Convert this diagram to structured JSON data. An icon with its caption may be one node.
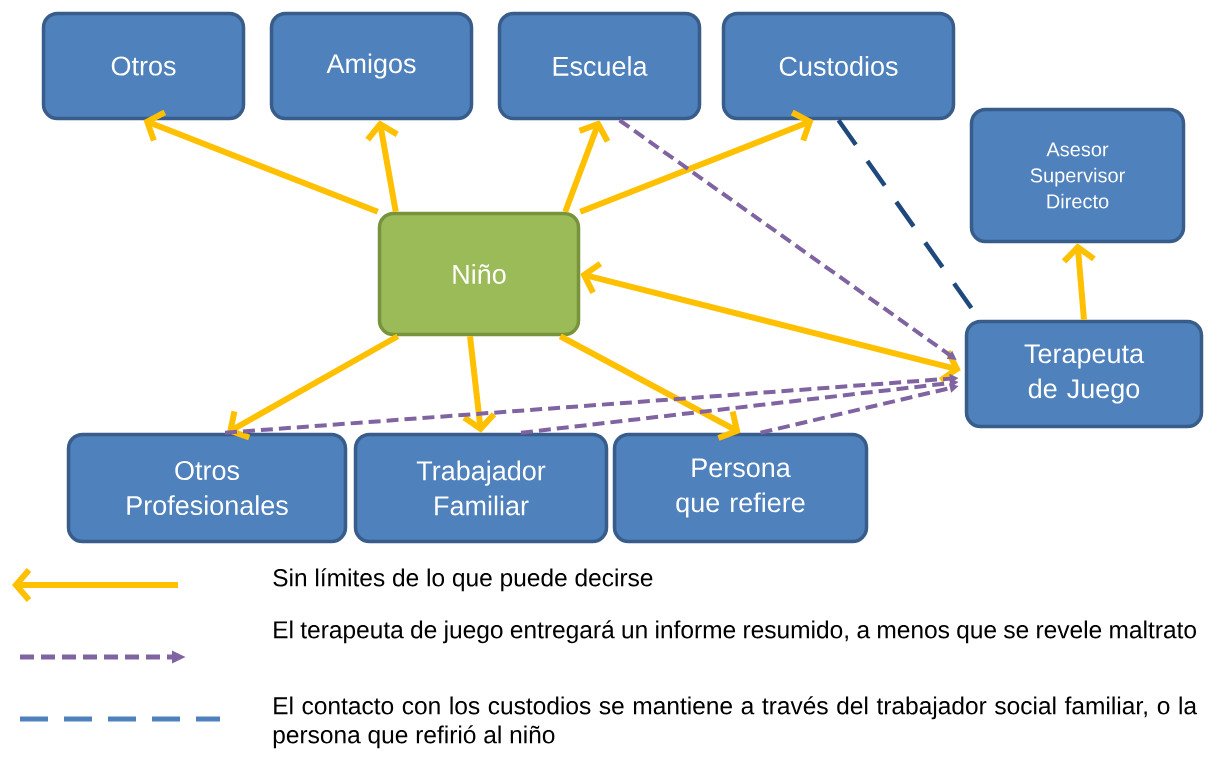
{
  "diagram": {
    "nodes": [
      {
        "text": [
          "Otros"
        ]
      },
      {
        "text": [
          "Amigos"
        ]
      },
      {
        "text": [
          "Escuela"
        ]
      },
      {
        "text": [
          "Custodios"
        ]
      },
      {
        "text": [
          "Asesor Supervisor Directo"
        ]
      },
      {
        "text": [
          "Niño"
        ]
      },
      {
        "text": [
          "Terapeuta de Juego"
        ]
      },
      {
        "text": [
          "Otros Profesionales"
        ]
      },
      {
        "text": [
          "Trabajador Familiar"
        ]
      },
      {
        "text": [
          "Persona que refiere"
        ]
      }
    ],
    "edges": [
      {
        "from": 5,
        "to": 0,
        "arrow": "to"
      },
      {
        "from": 5,
        "to": 1,
        "arrow": "to"
      },
      {
        "from": 5,
        "to": 2,
        "arrow": "to"
      },
      {
        "from": 5,
        "to": 3,
        "arrow": "to"
      },
      {
        "from": 5,
        "to": 6,
        "arrow": "both"
      },
      {
        "from": 5,
        "to": 7,
        "arrow": "to"
      },
      {
        "from": 5,
        "to": 8,
        "arrow": "to"
      },
      {
        "from": 5,
        "to": 9,
        "arrow": "to"
      },
      {
        "from": 6,
        "to": 4,
        "arrow": "to"
      },
      {
        "from": 3,
        "to": 6,
        "arrow": "none",
        "style": "dashed",
        "color": "#1f497d"
      },
      {
        "from": 2,
        "to": 6,
        "arrow": "to",
        "style": "dashed",
        "color": "#8064a2"
      },
      {
        "from": 7,
        "to": 6,
        "arrow": "to",
        "style": "dashed",
        "color": "#8064a2"
      },
      {
        "from": 8,
        "to": 6,
        "arrow": "to",
        "style": "dashed",
        "color": "#8064a2"
      },
      {
        "from": 9,
        "to": 6,
        "arrow": "to",
        "style": "dashed",
        "color": "#8064a2"
      }
    ],
    "legend": [
      {
        "text": "Sin límites de lo que puede decirse"
      },
      {
        "text": "El terapeuta de juego entregará un informe resumido, a menos que se revele maltrato"
      },
      {
        "text": "El contacto con los custodios se mantiene a través del trabajador social familiar, o la persona que refirió al niño"
      }
    ]
  }
}
